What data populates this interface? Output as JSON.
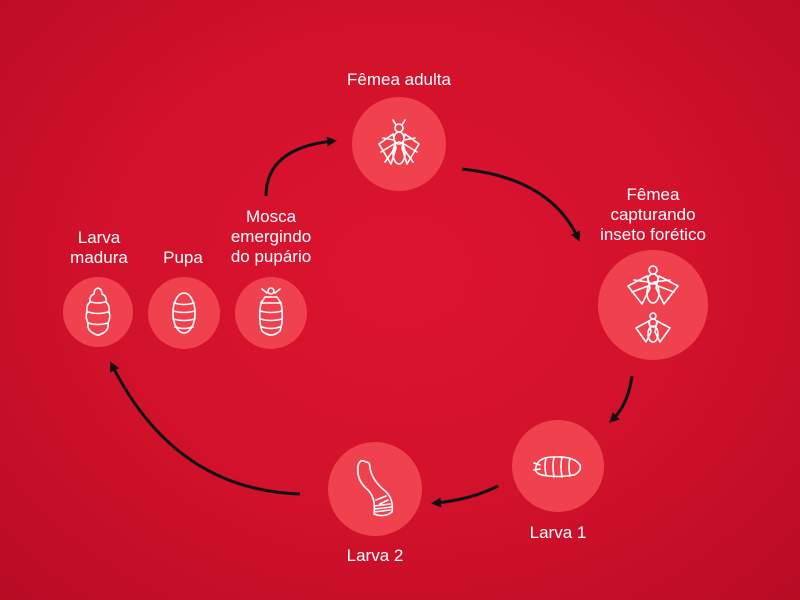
{
  "colors": {
    "background": "#d1112b",
    "circle": "#f0414f",
    "arrow": "#111111",
    "text": "#ffffff"
  },
  "stages": [
    {
      "id": "adult-female",
      "label": "Fêmea adulta",
      "icon": "fly-icon"
    },
    {
      "id": "female-capturing",
      "label": "Fêmea\ncapturando\ninseto forético",
      "icon": "fly-with-phoretic-insect-icon"
    },
    {
      "id": "larva-1",
      "label": "Larva 1",
      "icon": "larva-1-icon"
    },
    {
      "id": "larva-2",
      "label": "Larva 2",
      "icon": "larva-2-icon"
    },
    {
      "id": "mature-larva",
      "label": "Larva\nmadura",
      "icon": "mature-larva-icon"
    },
    {
      "id": "pupa",
      "label": "Pupa",
      "icon": "pupa-icon"
    },
    {
      "id": "emerging-fly",
      "label": "Mosca\nemergindo\ndo pupário",
      "icon": "puparium-icon"
    }
  ]
}
